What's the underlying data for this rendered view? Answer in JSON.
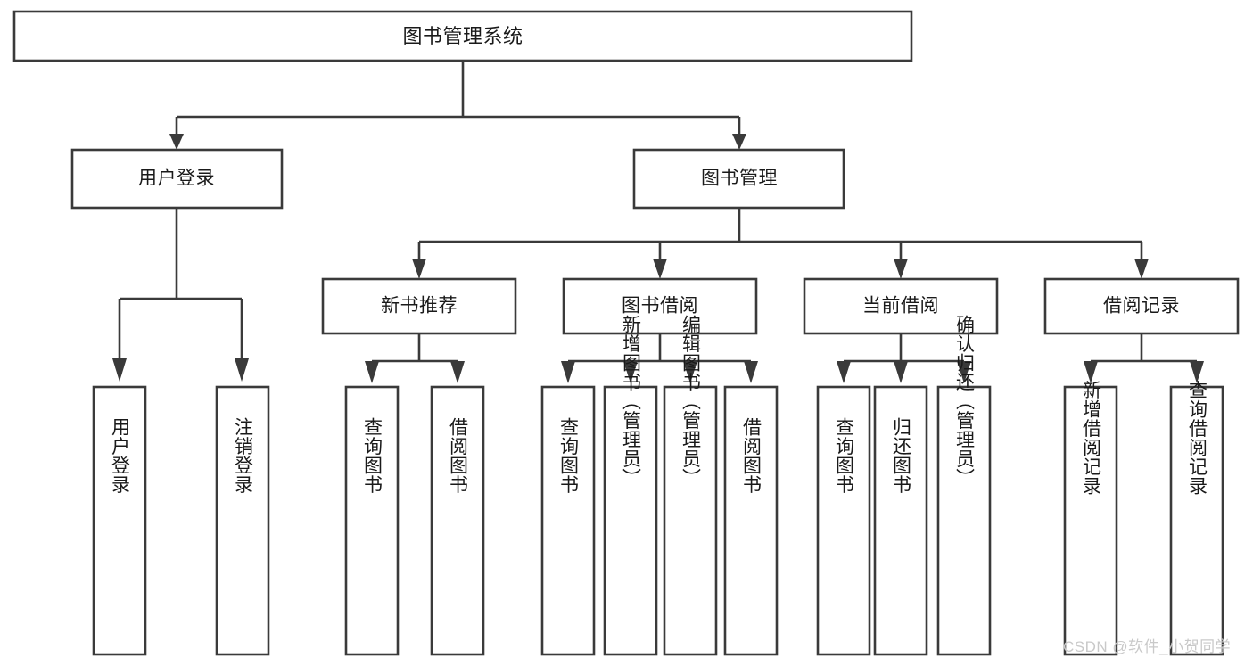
{
  "diagram": {
    "title": "图书管理系统",
    "type": "tree",
    "watermark": "CSDN @软件_小贺同学",
    "colors": {
      "stroke": "#3a3a3a",
      "fill": "#ffffff",
      "text": "#1a1a1a",
      "watermark": "#c9c9c9",
      "background": "#ffffff"
    },
    "levels": {
      "root": {
        "label": "图书管理系统"
      },
      "level2": [
        {
          "id": "user-login",
          "label": "用户登录"
        },
        {
          "id": "book-manage",
          "label": "图书管理"
        }
      ],
      "level3": [
        {
          "id": "new-book-recommend",
          "label": "新书推荐",
          "parent": "book-manage"
        },
        {
          "id": "book-borrow",
          "label": "图书借阅",
          "parent": "book-manage"
        },
        {
          "id": "current-borrow",
          "label": "当前借阅",
          "parent": "book-manage"
        },
        {
          "id": "borrow-record",
          "label": "借阅记录",
          "parent": "book-manage"
        }
      ],
      "leaves": [
        {
          "id": "leaf-user-login",
          "label": "用户登录",
          "parent": "user-login"
        },
        {
          "id": "leaf-logout",
          "label": "注销登录",
          "parent": "user-login"
        },
        {
          "id": "leaf-query-book-1",
          "label": "查询图书",
          "parent": "new-book-recommend"
        },
        {
          "id": "leaf-borrow-book-1",
          "label": "借阅图书",
          "parent": "new-book-recommend"
        },
        {
          "id": "leaf-query-book-2",
          "label": "查询图书",
          "parent": "book-borrow"
        },
        {
          "id": "leaf-add-book",
          "label": "新增图书（管理员）",
          "parent": "book-borrow"
        },
        {
          "id": "leaf-edit-book",
          "label": "编辑图书（管理员）",
          "parent": "book-borrow"
        },
        {
          "id": "leaf-borrow-book-2",
          "label": "借阅图书",
          "parent": "book-borrow"
        },
        {
          "id": "leaf-query-book-3",
          "label": "查询图书",
          "parent": "current-borrow"
        },
        {
          "id": "leaf-return-book",
          "label": "归还图书",
          "parent": "current-borrow"
        },
        {
          "id": "leaf-confirm-return",
          "label": "确认归还（管理员）",
          "parent": "current-borrow"
        },
        {
          "id": "leaf-add-record",
          "label": "新增借阅记录",
          "parent": "borrow-record"
        },
        {
          "id": "leaf-query-record",
          "label": "查询借阅记录",
          "parent": "borrow-record"
        }
      ]
    }
  }
}
